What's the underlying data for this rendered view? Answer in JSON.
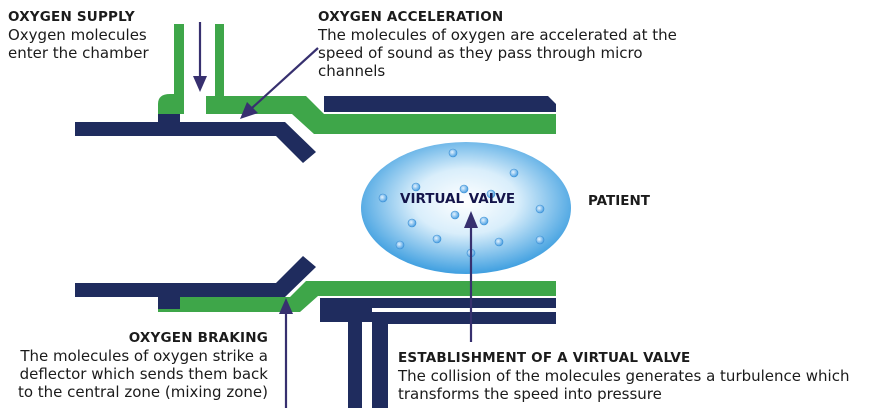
{
  "colors": {
    "navy": "#1f2c5e",
    "green": "#3ea649",
    "arrow": "#37306f",
    "bubble_light": "#eaf6fd",
    "bubble_dark": "#3f9fe0",
    "dot": "#5aa9e6"
  },
  "labels": {
    "supply": {
      "heading": "OXYGEN SUPPLY",
      "body": "Oxygen molecules enter the chamber"
    },
    "acceleration": {
      "heading": "OXYGEN ACCELERATION",
      "body": "The molecules of oxygen are accelerated at the speed of sound as they pass through micro channels"
    },
    "braking": {
      "heading": "OXYGEN BRAKING",
      "body": "The molecules of oxygen strike a deflector which sends them back to the central zone (mixing zone)"
    },
    "establishment": {
      "heading": "ESTABLISHMENT OF A VIRTUAL VALVE",
      "body": "The collision of the molecules generates a turbulence which transforms the speed into pressure"
    },
    "patient": "PATIENT",
    "virtual_valve": "VIRTUAL VALVE"
  }
}
